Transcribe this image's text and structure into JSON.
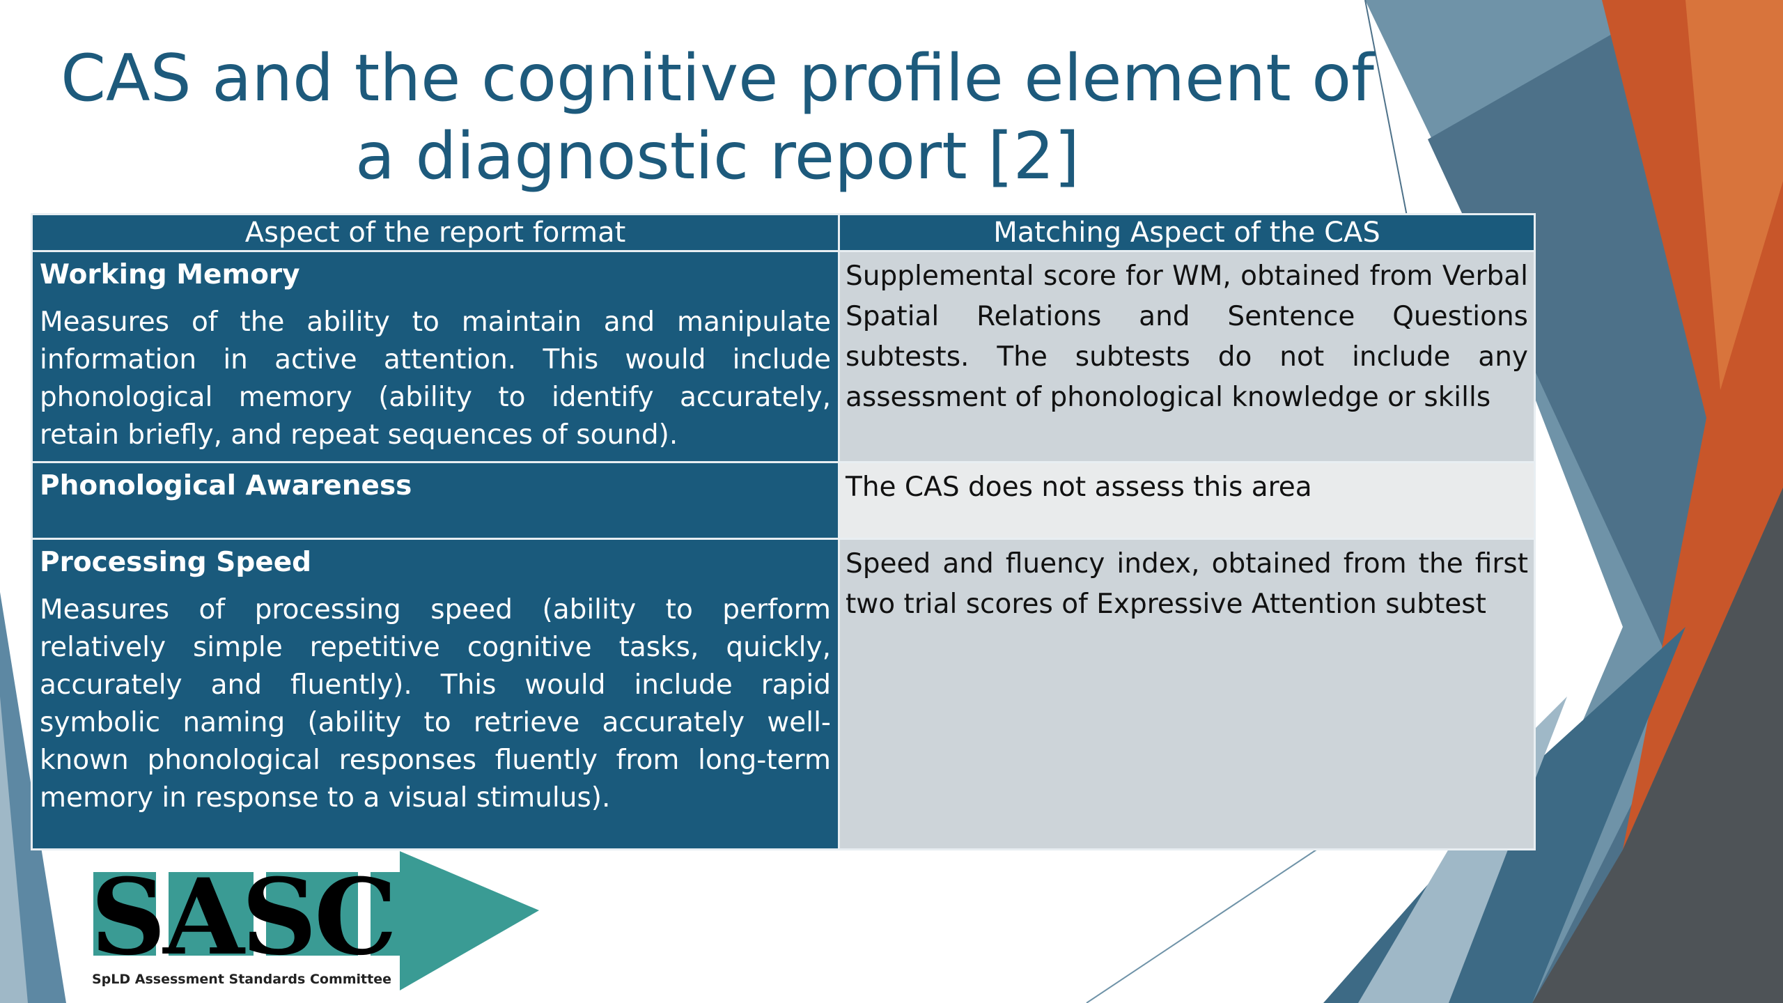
{
  "slide": {
    "title_line1": "CAS and the cognitive profile element of",
    "title_line2": "a diagnostic report [2]"
  },
  "table": {
    "headers": [
      "Aspect of the report format",
      "Matching Aspect of the CAS"
    ],
    "rows": [
      {
        "aspect": "Working Memory",
        "description": "Measures of the ability to maintain and manipulate information in active attention. This would include phonological memory (ability to identify accurately, retain briefly, and repeat sequences of sound).",
        "match": "Supplemental score for WM, obtained from Verbal Spatial Relations and Sentence Questions subtests. The subtests do not include any assessment of phonological knowledge or skills"
      },
      {
        "aspect": "Phonological Awareness",
        "description": "",
        "match": "The CAS does not assess this area"
      },
      {
        "aspect": "Processing Speed",
        "description": "Measures of processing speed (ability to perform relatively simple repetitive cognitive tasks, quickly, accurately and fluently). This would include rapid symbolic naming (ability to retrieve accurately well-known phonological responses fluently from long-term memory in response to a visual stimulus).",
        "match": "Speed and fluency index, obtained from the first two trial scores of Expressive Attention subtest"
      }
    ]
  },
  "logo": {
    "text": "SASC",
    "subtitle": "SpLD Assessment Standards Committee"
  },
  "colors": {
    "title": "#1d5a7c",
    "header_bg": "#1a5a7c",
    "right_cell_bg": "#cdd4d9",
    "logo_arrow": "#3a9b94",
    "accent_orange": "#c8562a"
  }
}
